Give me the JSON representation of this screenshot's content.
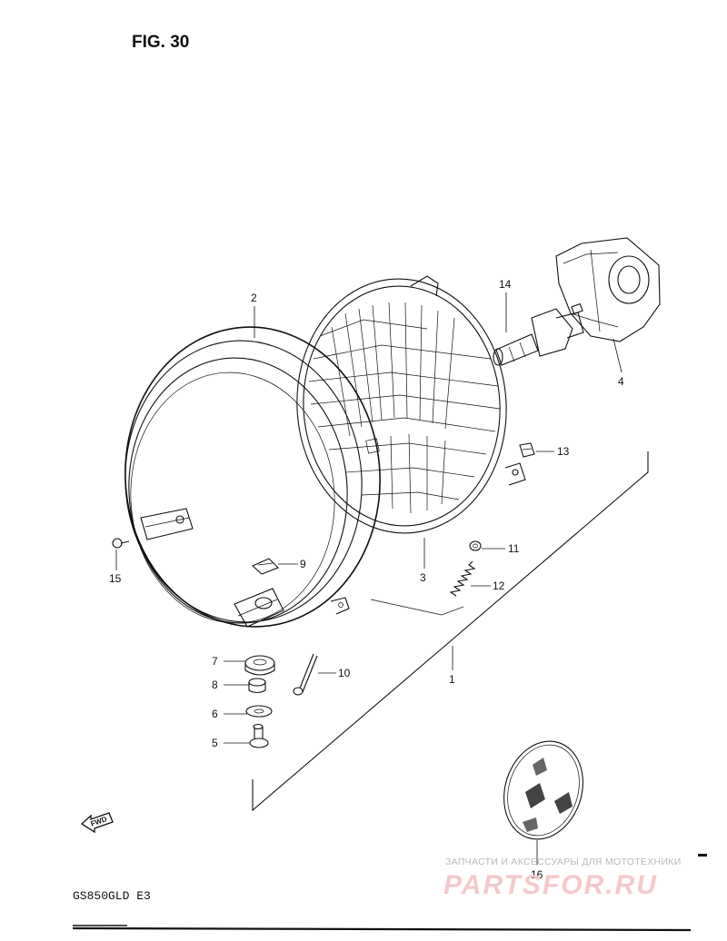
{
  "figure": {
    "title": "FIG. 30",
    "model": "GS850GLD  E3",
    "fwd_label": "FWD"
  },
  "callouts": {
    "c1": "1",
    "c2": "2",
    "c3": "3",
    "c4": "4",
    "c5": "5",
    "c6": "6",
    "c7": "7",
    "c8": "8",
    "c9": "9",
    "c10": "10",
    "c11": "11",
    "c12": "12",
    "c13": "13",
    "c14": "14",
    "c15": "15",
    "c16": "16"
  },
  "watermark": {
    "tagline": "ЗАПЧАСТИ И АКСЕССУАРЫ ДЛЯ МОТОТЕХНИКИ",
    "brand": "PARTSFOR.RU"
  }
}
